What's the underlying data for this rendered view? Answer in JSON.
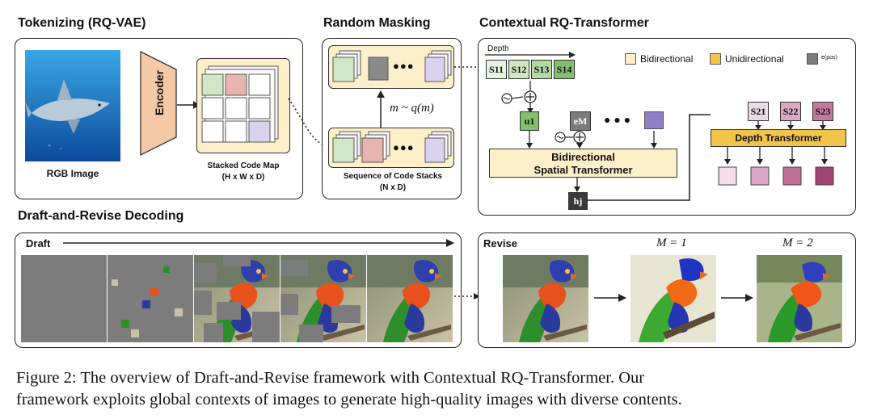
{
  "sections": {
    "tokenizing": "Tokenizing (RQ-VAE)",
    "masking": "Random Masking",
    "transformer": "Contextual RQ-Transformer",
    "decoding": "Draft-and-Revise Decoding"
  },
  "tokenizing": {
    "image_label": "RGB Image",
    "encoder_label": "Encoder",
    "codemap_label_1": "Stacked Code Map",
    "codemap_label_2": "(H x W x D)"
  },
  "masking": {
    "formula": "m ~ q(m)",
    "seq_label_1": "Sequence of Code Stacks",
    "seq_label_2": "(N x D)",
    "dots": "●●●"
  },
  "transformer": {
    "depth_label": "Depth",
    "legend_bidirectional": "Bidirectional",
    "legend_unidirectional": "Unidirectional",
    "legend_icon_label": "e(pos)",
    "s_top": [
      "S11",
      "S12",
      "S13",
      "S14"
    ],
    "s_right": [
      "S21",
      "S22",
      "S23"
    ],
    "u1": "u1",
    "eM": "eM",
    "hj": "hj",
    "dots": "●  ●  ●",
    "spatial_line1": "Bidirectional",
    "spatial_line2": "Spatial Transformer",
    "depth_transformer": "Depth Transformer",
    "colors": {
      "bidirectional": "#fdefc9",
      "unidirectional": "#f2c44a",
      "green_code": "#9fcf8a",
      "purple_code": "#8f7fc9"
    }
  },
  "decoding": {
    "draft_label": "Draft",
    "revise_label": "Revise",
    "m1": "M = 1",
    "m2": "M = 2"
  },
  "caption": {
    "line1": "Figure 2: The overview of Draft-and-Revise framework with Contextual RQ-Transformer. Our",
    "line2": "framework exploits global contexts of images to generate high-quality images with diverse contents."
  }
}
